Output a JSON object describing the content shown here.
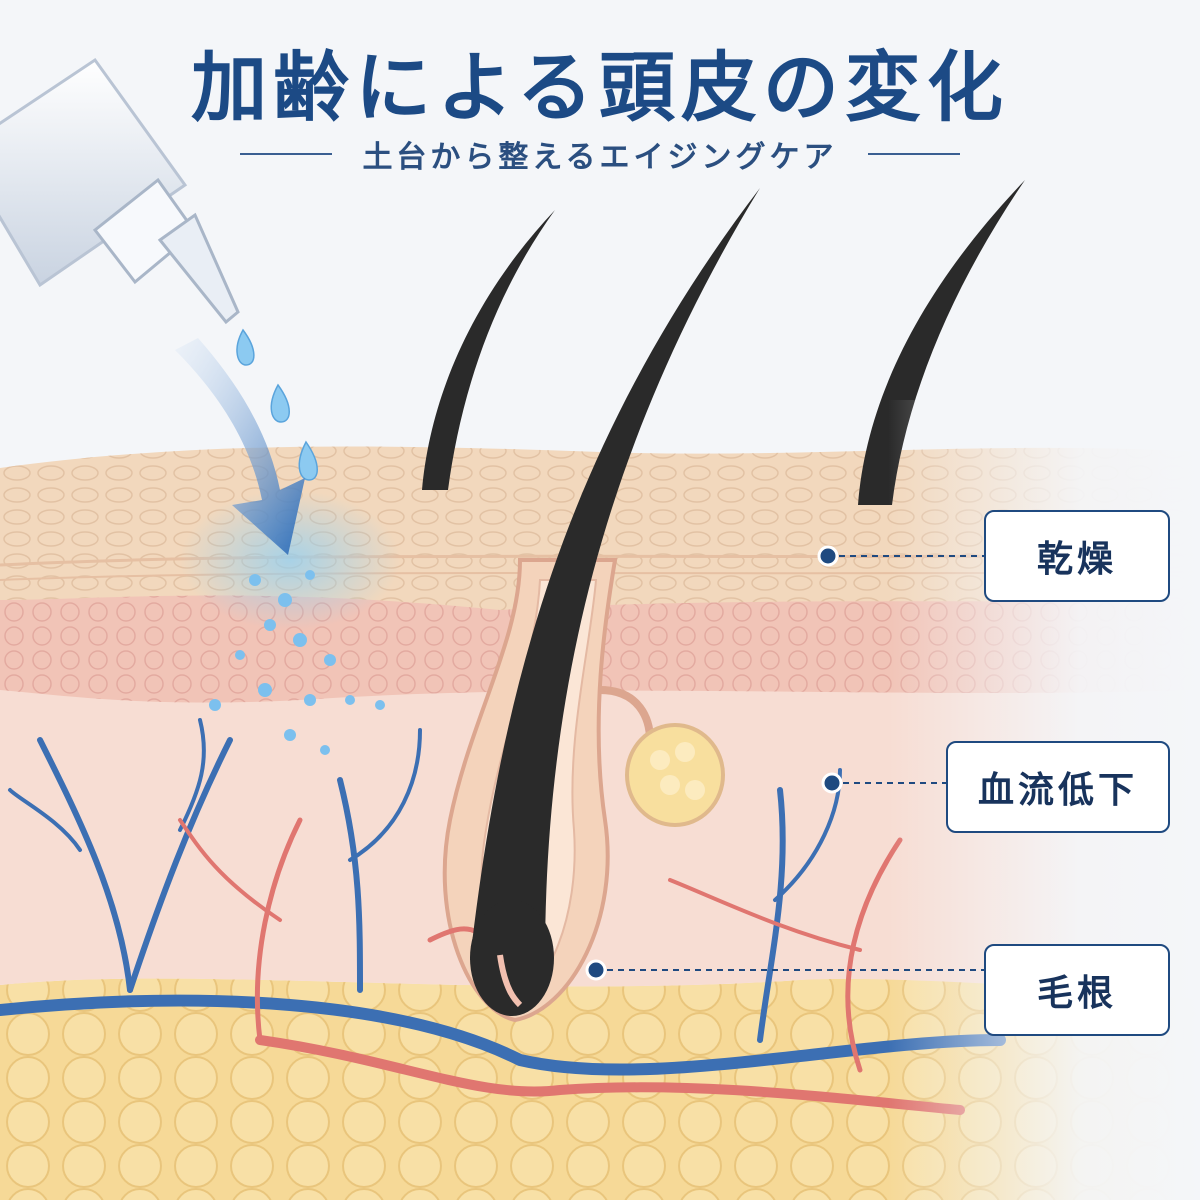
{
  "header": {
    "title": "加齢による頭皮の変化",
    "subtitle": "土台から整えるエイジングケア"
  },
  "labels": [
    {
      "id": "dryness",
      "text": "乾燥"
    },
    {
      "id": "blood-flow",
      "text": "血流低下"
    },
    {
      "id": "hair-root",
      "text": "毛根"
    }
  ],
  "colors": {
    "title": "#1c4a85",
    "label_border": "#1f4a80",
    "vein": "#3c6fb3",
    "artery": "#e07670",
    "hair": "#2a2a2a",
    "epidermis": "#f3dcc4",
    "dermis": "#f6d9cf",
    "fat": "#f7dd9d",
    "droplet": "#7cc0ee"
  }
}
